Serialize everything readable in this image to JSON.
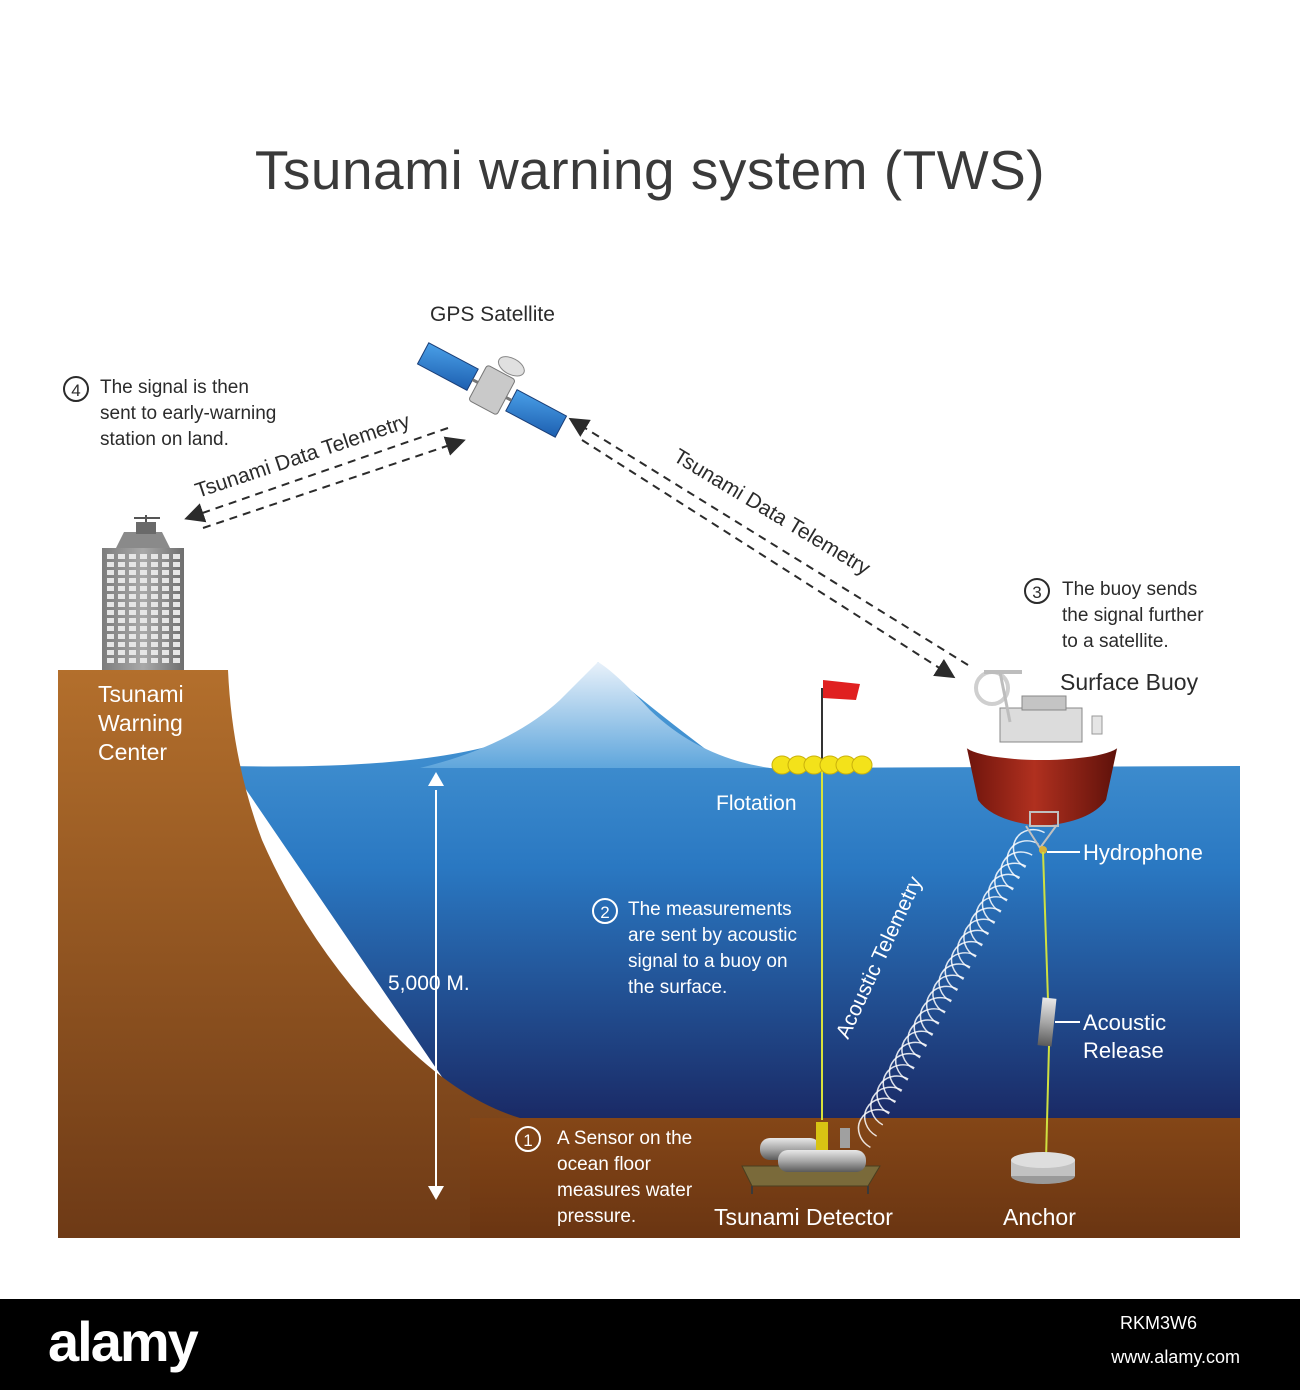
{
  "title": "Tsunami warning system (TWS)",
  "labels": {
    "gps_satellite": "GPS Satellite",
    "telemetry_left": "Tsunami Data Telemetry",
    "telemetry_right": "Tsunami Data Telemetry",
    "center_lines": [
      "Tsunami",
      "Warning",
      "Center"
    ],
    "surface_buoy": "Surface Buoy",
    "flotation": "Flotation",
    "hydrophone": "Hydrophone",
    "acoustic_telemetry": "Acoustic Telemetry",
    "depth": "5,000 M.",
    "acoustic_release_lines": [
      "Acoustic",
      "Release"
    ],
    "tsunami_detector": "Tsunami Detector",
    "anchor": "Anchor"
  },
  "steps": [
    {
      "num": "1",
      "lines": [
        "A Sensor on the",
        "ocean floor",
        "measures water",
        "pressure."
      ]
    },
    {
      "num": "2",
      "lines": [
        "The measurements",
        "are sent by acoustic",
        "signal to a buoy on",
        "the surface."
      ]
    },
    {
      "num": "3",
      "lines": [
        "The buoy sends",
        "the signal further",
        "to a satellite."
      ]
    },
    {
      "num": "4",
      "lines": [
        "The signal is then",
        "sent to early-warning",
        "station on land."
      ]
    }
  ],
  "watermark": {
    "brand": "alamy",
    "image_id": "RKM3W6",
    "url": "www.alamy.com"
  },
  "colors": {
    "ocean_top": "#4a9bd6",
    "ocean_bottom": "#1b2f6b",
    "land": "#9a5a26",
    "buoy_red": "#8e1f14",
    "flotation_yellow": "#f3e21a",
    "flag_red": "#e02020"
  }
}
